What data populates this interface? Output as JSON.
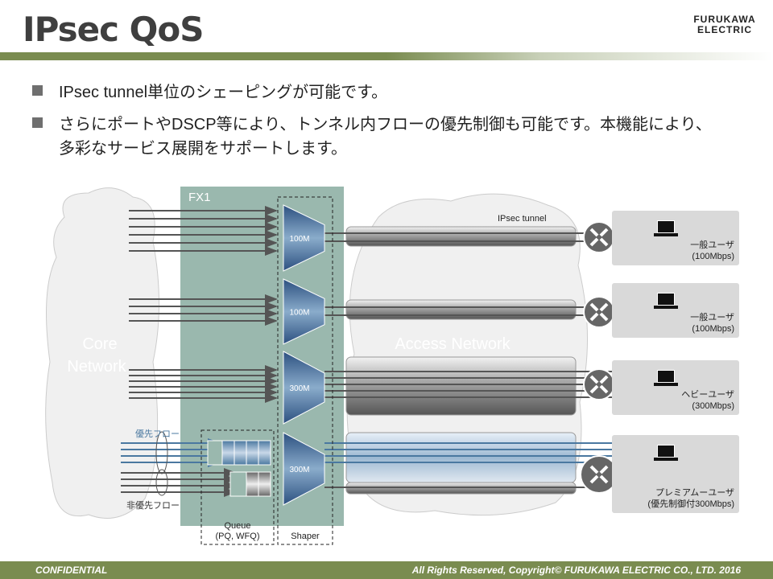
{
  "header": {
    "title": "IPsec QoS",
    "logo": [
      "FURUKAWA",
      "ELECTRIC"
    ]
  },
  "bullets": [
    "IPsec tunnel単位のシェーピングが可能です。",
    "さらにポートやDSCP等により、トンネル内フローの優先制御も可能です。本機能により、多彩なサービス展開をサポートします。"
  ],
  "diagram": {
    "core_label": [
      "Core",
      "Network"
    ],
    "access_label": "Access Network",
    "fx1_label": "FX1",
    "tunnel_label": "IPsec tunnel",
    "shapers": [
      "100M",
      "100M",
      "300M",
      "300M"
    ],
    "priority_flow": "優先フロー",
    "non_priority_flow": "非優先フロー",
    "queue_label": [
      "Queue",
      "(PQ, WFQ)"
    ],
    "shaper_label": "Shaper",
    "users": [
      {
        "name": "一般ユーザ",
        "rate": "(100Mbps)"
      },
      {
        "name": "一般ユーザ",
        "rate": "(100Mbps)"
      },
      {
        "name": "ヘビーユーザ",
        "rate": "(300Mbps)"
      },
      {
        "name": "プレミアムーユーザ",
        "rate": "(優先制御付300Mbps)"
      }
    ]
  },
  "footer": {
    "left": "CONFIDENTIAL",
    "right": "All Rights Reserved, Copyright© FURUKAWA ELECTRIC CO., LTD. 2016"
  },
  "colors": {
    "green": "#7a8c50",
    "fx1": "#9ab8ae",
    "blue": "#4a78a0",
    "gray": "#555555"
  }
}
